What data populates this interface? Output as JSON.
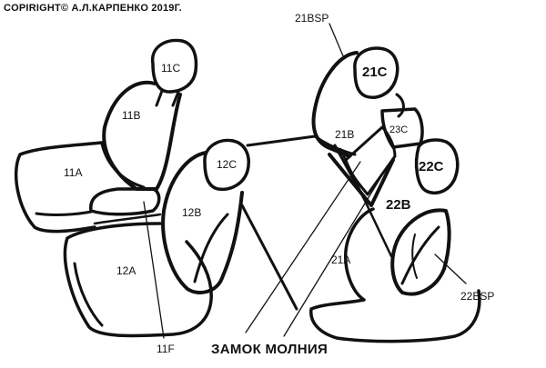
{
  "copyright": "COPIRIGHT© А.Л.КАРПЕНКО 2019Г.",
  "labels": {
    "l11C": "11C",
    "l11B": "11B",
    "l11A": "11A",
    "l11F": "11F",
    "l12C": "12C",
    "l12B": "12B",
    "l12A": "12A",
    "l21BSP": "21BSP",
    "l21C": "21C",
    "l21B": "21B",
    "l23C": "23C",
    "l22C": "22C",
    "l22B": "22B",
    "l21A": "21A",
    "l22BSP": "22BSP",
    "zipper": "ЗАМОК МОЛНИЯ"
  }
}
